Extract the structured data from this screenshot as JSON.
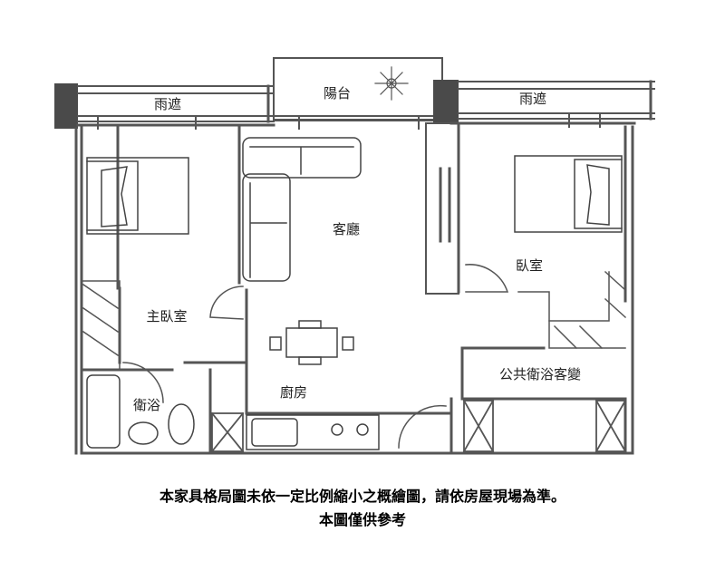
{
  "rooms": {
    "canopy_left": "雨遮",
    "balcony": "陽台",
    "canopy_right": "雨遮",
    "living_room": "客廳",
    "master_bedroom": "主臥室",
    "bedroom": "臥室",
    "bathroom": "衛浴",
    "kitchen": "廚房",
    "public_bath_guest": "公共衛浴客變"
  },
  "footer": {
    "line1": "本家具格局圖未依一定比例縮小之概繪圖，請依房屋現場為準。",
    "line2": "本圖僅供參考"
  },
  "colors": {
    "wall": "#555555",
    "column": "#4a4a4a",
    "line": "#333333",
    "background": "#ffffff"
  }
}
